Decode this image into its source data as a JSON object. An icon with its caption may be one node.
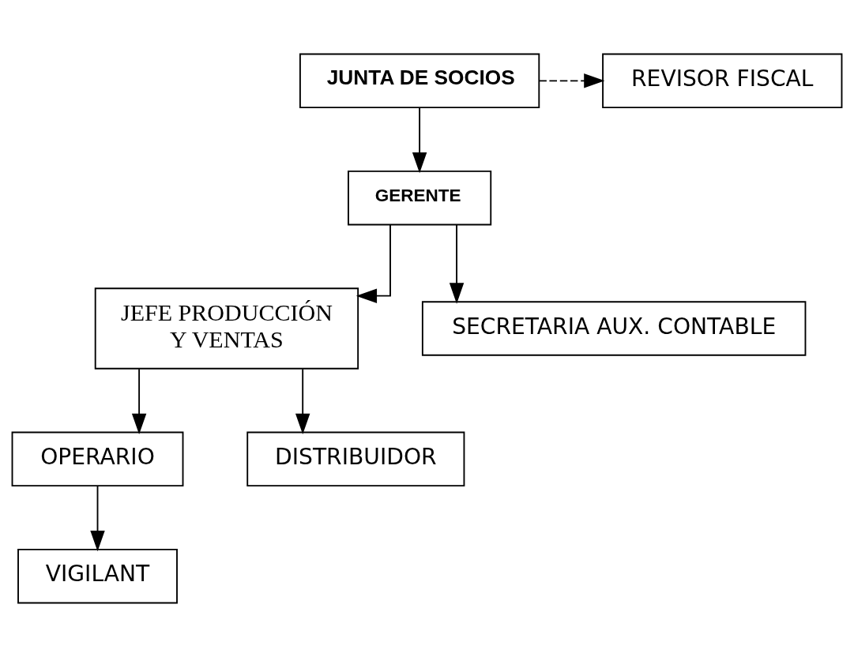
{
  "diagram": {
    "nodes": [
      {
        "text": [
          "JUNTA DE SOCIOS"
        ]
      },
      {
        "text": [
          "REVISOR FISCAL"
        ]
      },
      {
        "text": [
          "GERENTE"
        ]
      },
      {
        "text": [
          "JEFE PRODUCCIÓN Y VENTAS"
        ]
      },
      {
        "text": [
          "SECRETARIA AUX. CONTABLE"
        ]
      },
      {
        "text": [
          "OPERARIO"
        ]
      },
      {
        "text": [
          "DISTRIBUIDOR"
        ]
      },
      {
        "text": [
          "VIGILANT"
        ]
      }
    ],
    "edges": [
      {
        "from": 0,
        "to": 2,
        "arrow": "to"
      },
      {
        "from": 0,
        "to": 1,
        "arrow": "to",
        "style": "dashed"
      },
      {
        "from": 2,
        "to": 3,
        "arrow": "to"
      },
      {
        "from": 2,
        "to": 4,
        "arrow": "to"
      },
      {
        "from": 3,
        "to": 5,
        "arrow": "to"
      },
      {
        "from": 3,
        "to": 6,
        "arrow": "to"
      },
      {
        "from": 5,
        "to": 7,
        "arrow": "to"
      }
    ]
  }
}
